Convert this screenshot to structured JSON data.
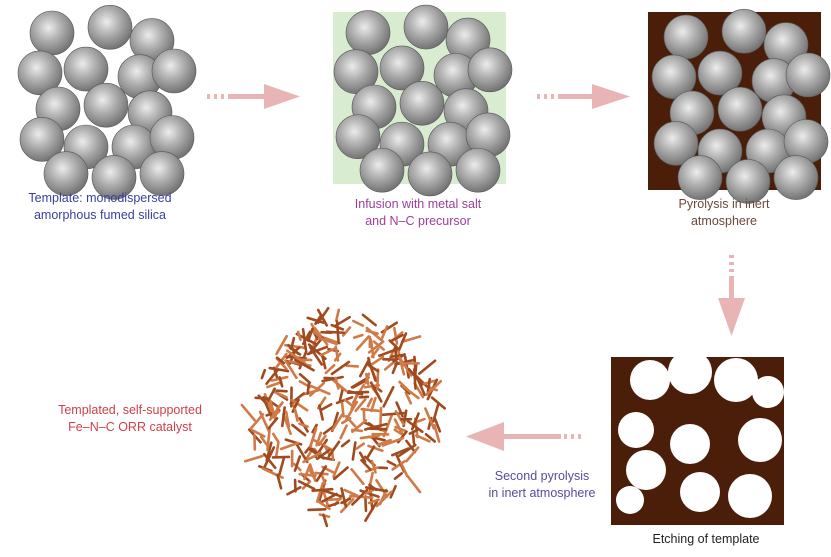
{
  "steps": [
    {
      "id": "template",
      "caption_lines": [
        "Template: monodispersed",
        "amorphous fumed silica"
      ],
      "background": "#ffffff"
    },
    {
      "id": "infusion",
      "caption_lines": [
        "Infusion with metal salt",
        "and N–C precursor"
      ],
      "background": "#d8ecd0"
    },
    {
      "id": "pyrolysis",
      "caption_lines": [
        "Pyrolysis in inert",
        "atmosphere"
      ],
      "background": "#4a1e08"
    },
    {
      "id": "etching",
      "caption_lines": [
        "Etching of template"
      ],
      "background": "#4a1e08"
    },
    {
      "id": "second-pyrolysis",
      "caption_lines": [
        "Second pyrolysis",
        "in inert atmosphere"
      ]
    },
    {
      "id": "catalyst",
      "caption_lines": [
        "Templated, self-supported",
        "Fe–N–C ORR catalyst"
      ]
    }
  ],
  "colors": {
    "sphere": "#9a9a9a",
    "sphere_highlight": "#e6e6e6",
    "arrow": "#e8b4b4",
    "catalyst": "#a04a20",
    "catalyst_light": "#d07a48",
    "pore": "#ffffff"
  }
}
